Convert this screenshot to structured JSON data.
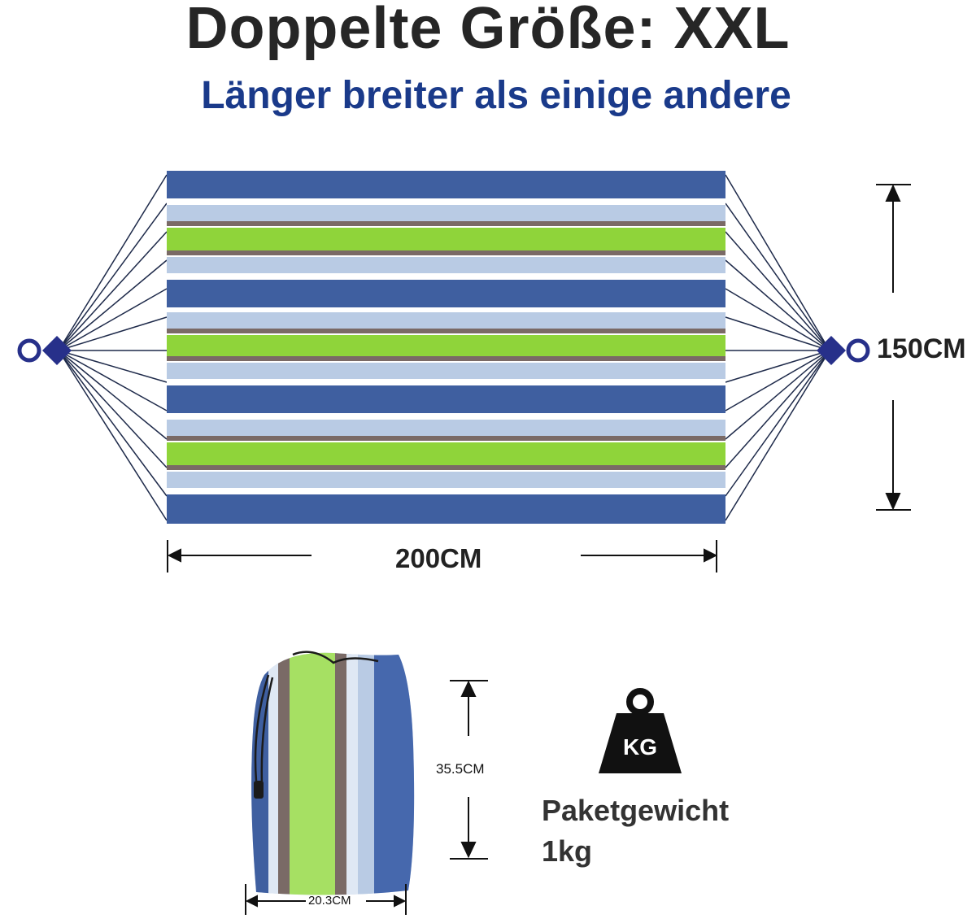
{
  "header": {
    "title": "Doppelte Größe: XXL",
    "subtitle": "Länger breiter als einige andere"
  },
  "hammock": {
    "width_label": "200CM",
    "height_label": "150CM",
    "colors": {
      "blue": "#3f5fa0",
      "light_blue": "#b9cbe4",
      "green": "#8fd43a",
      "brown": "#7a6a66",
      "rope": "#1e2a4a"
    }
  },
  "bag": {
    "height_label": "35.5CM",
    "width_label": "20.3CM"
  },
  "weight": {
    "icon": "weight-kg-icon",
    "icon_text": "KG",
    "caption_line1": "Paketgewicht",
    "caption_line2": "1kg"
  }
}
